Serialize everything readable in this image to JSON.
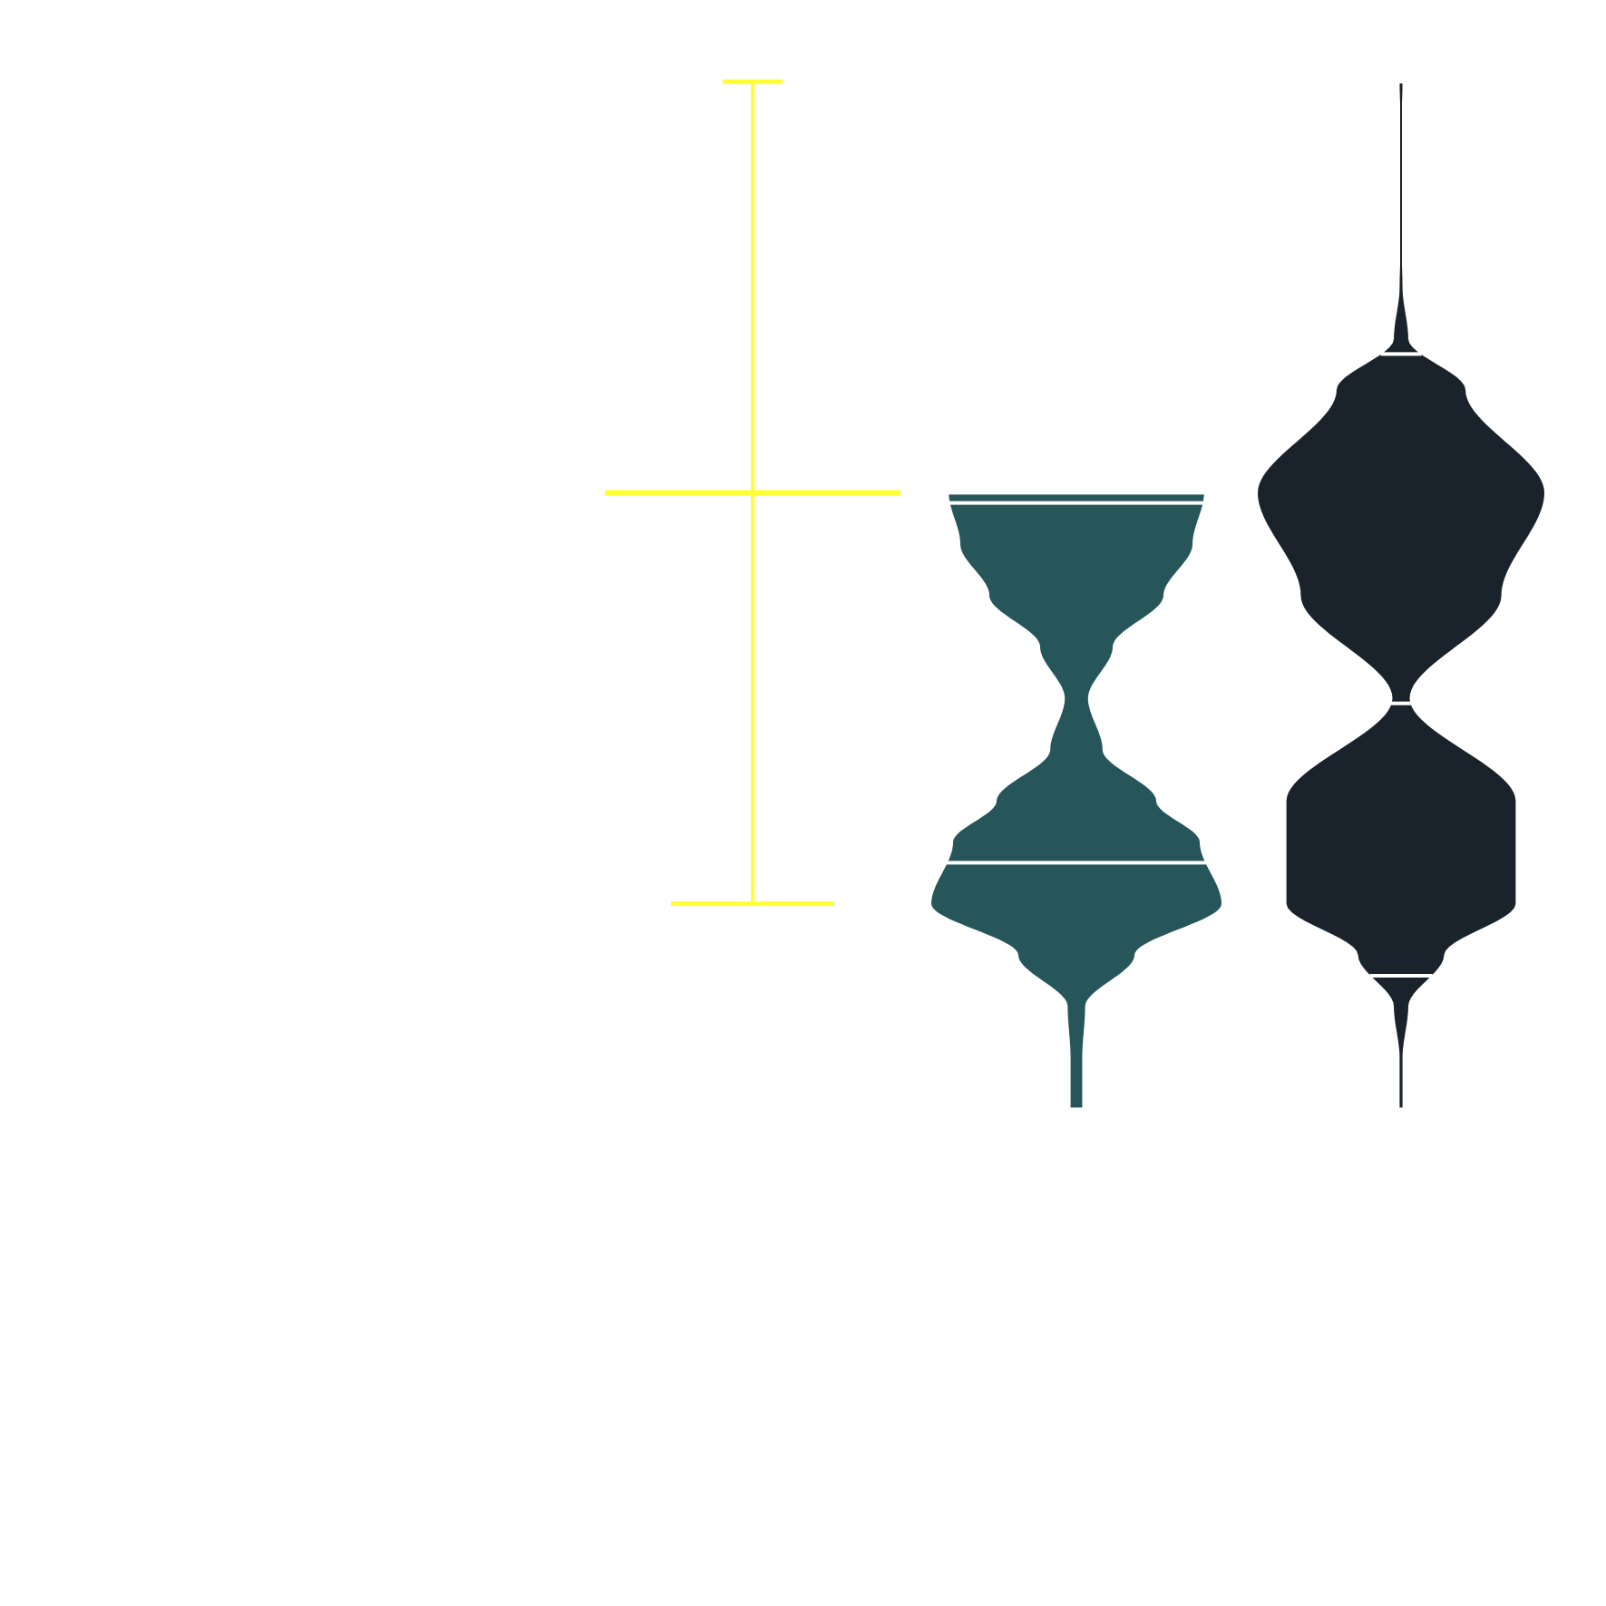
{
  "chart_data": {
    "type": "violin",
    "title": "",
    "xlabel": "",
    "ylabel": "",
    "ylim": [
      0,
      12
    ],
    "grid": false,
    "series": [
      {
        "kind": "errorbar",
        "color": "#FFFF33",
        "center": 8.0,
        "lower": 4.0,
        "upper": 12.0
      },
      {
        "kind": "violin",
        "color": "#26555A",
        "min": 2.0,
        "max": 8.0,
        "density_y": [
          2.0,
          2.5,
          3.0,
          3.5,
          4.0,
          4.6,
          5.0,
          5.5,
          6.0,
          6.5,
          7.0,
          7.5,
          8.0
        ],
        "density": [
          0.04,
          0.04,
          0.06,
          0.4,
          1.0,
          0.85,
          0.55,
          0.18,
          0.08,
          0.25,
          0.6,
          0.8,
          0.88
        ],
        "quantile_lines": [
          2.0,
          4.4,
          7.9,
          8.0
        ]
      },
      {
        "kind": "violin",
        "color": "#1A232B",
        "min": 2.0,
        "max": 12.0,
        "density_y": [
          2.0,
          2.5,
          3.0,
          3.5,
          4.0,
          5.0,
          6.0,
          7.0,
          8.0,
          9.0,
          9.5,
          10.0,
          10.5,
          11.0,
          11.5,
          12.0
        ],
        "density": [
          0.01,
          0.01,
          0.05,
          0.3,
          0.8,
          0.8,
          0.06,
          0.7,
          1.0,
          0.45,
          0.05,
          0.01,
          0.0,
          0.0,
          0.0,
          0.01
        ],
        "quantile_lines": [
          2.0,
          3.3,
          5.95,
          9.35,
          12.0
        ]
      }
    ]
  }
}
